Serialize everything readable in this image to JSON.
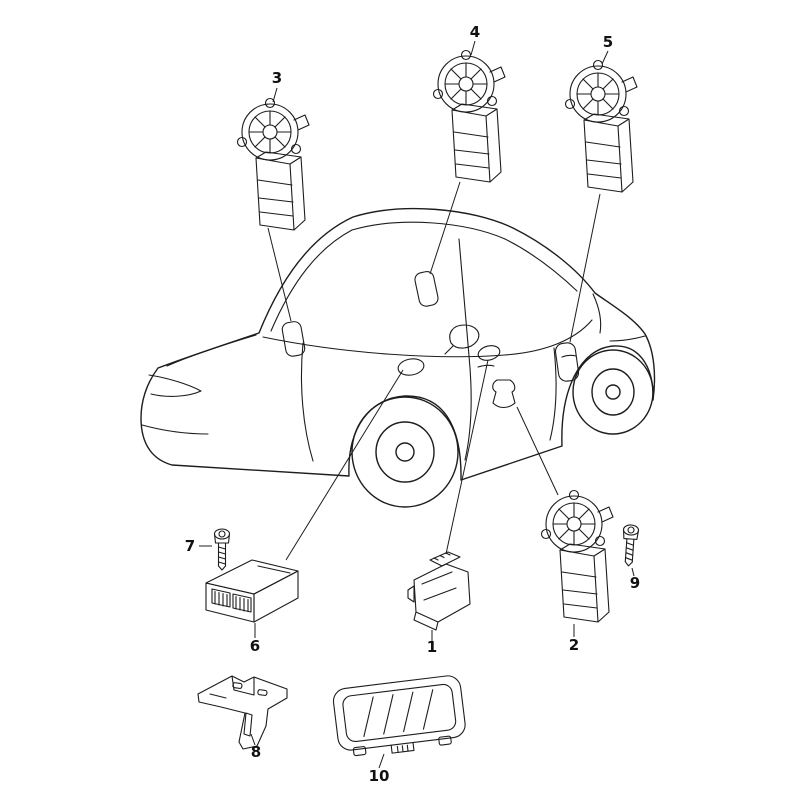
{
  "diagram": {
    "kind": "technical-parts-diagram",
    "subject": "sedan side view with window lifter motors, control units, screws and brackets",
    "line_color": "#1d1d1d",
    "background_color": "#ffffff",
    "callouts": [
      {
        "id": "1",
        "label": "1"
      },
      {
        "id": "2",
        "label": "2"
      },
      {
        "id": "3",
        "label": "3"
      },
      {
        "id": "4",
        "label": "4"
      },
      {
        "id": "5",
        "label": "5"
      },
      {
        "id": "6",
        "label": "6"
      },
      {
        "id": "7",
        "label": "7"
      },
      {
        "id": "8",
        "label": "8"
      },
      {
        "id": "9",
        "label": "9"
      },
      {
        "id": "10",
        "label": "10"
      }
    ]
  }
}
